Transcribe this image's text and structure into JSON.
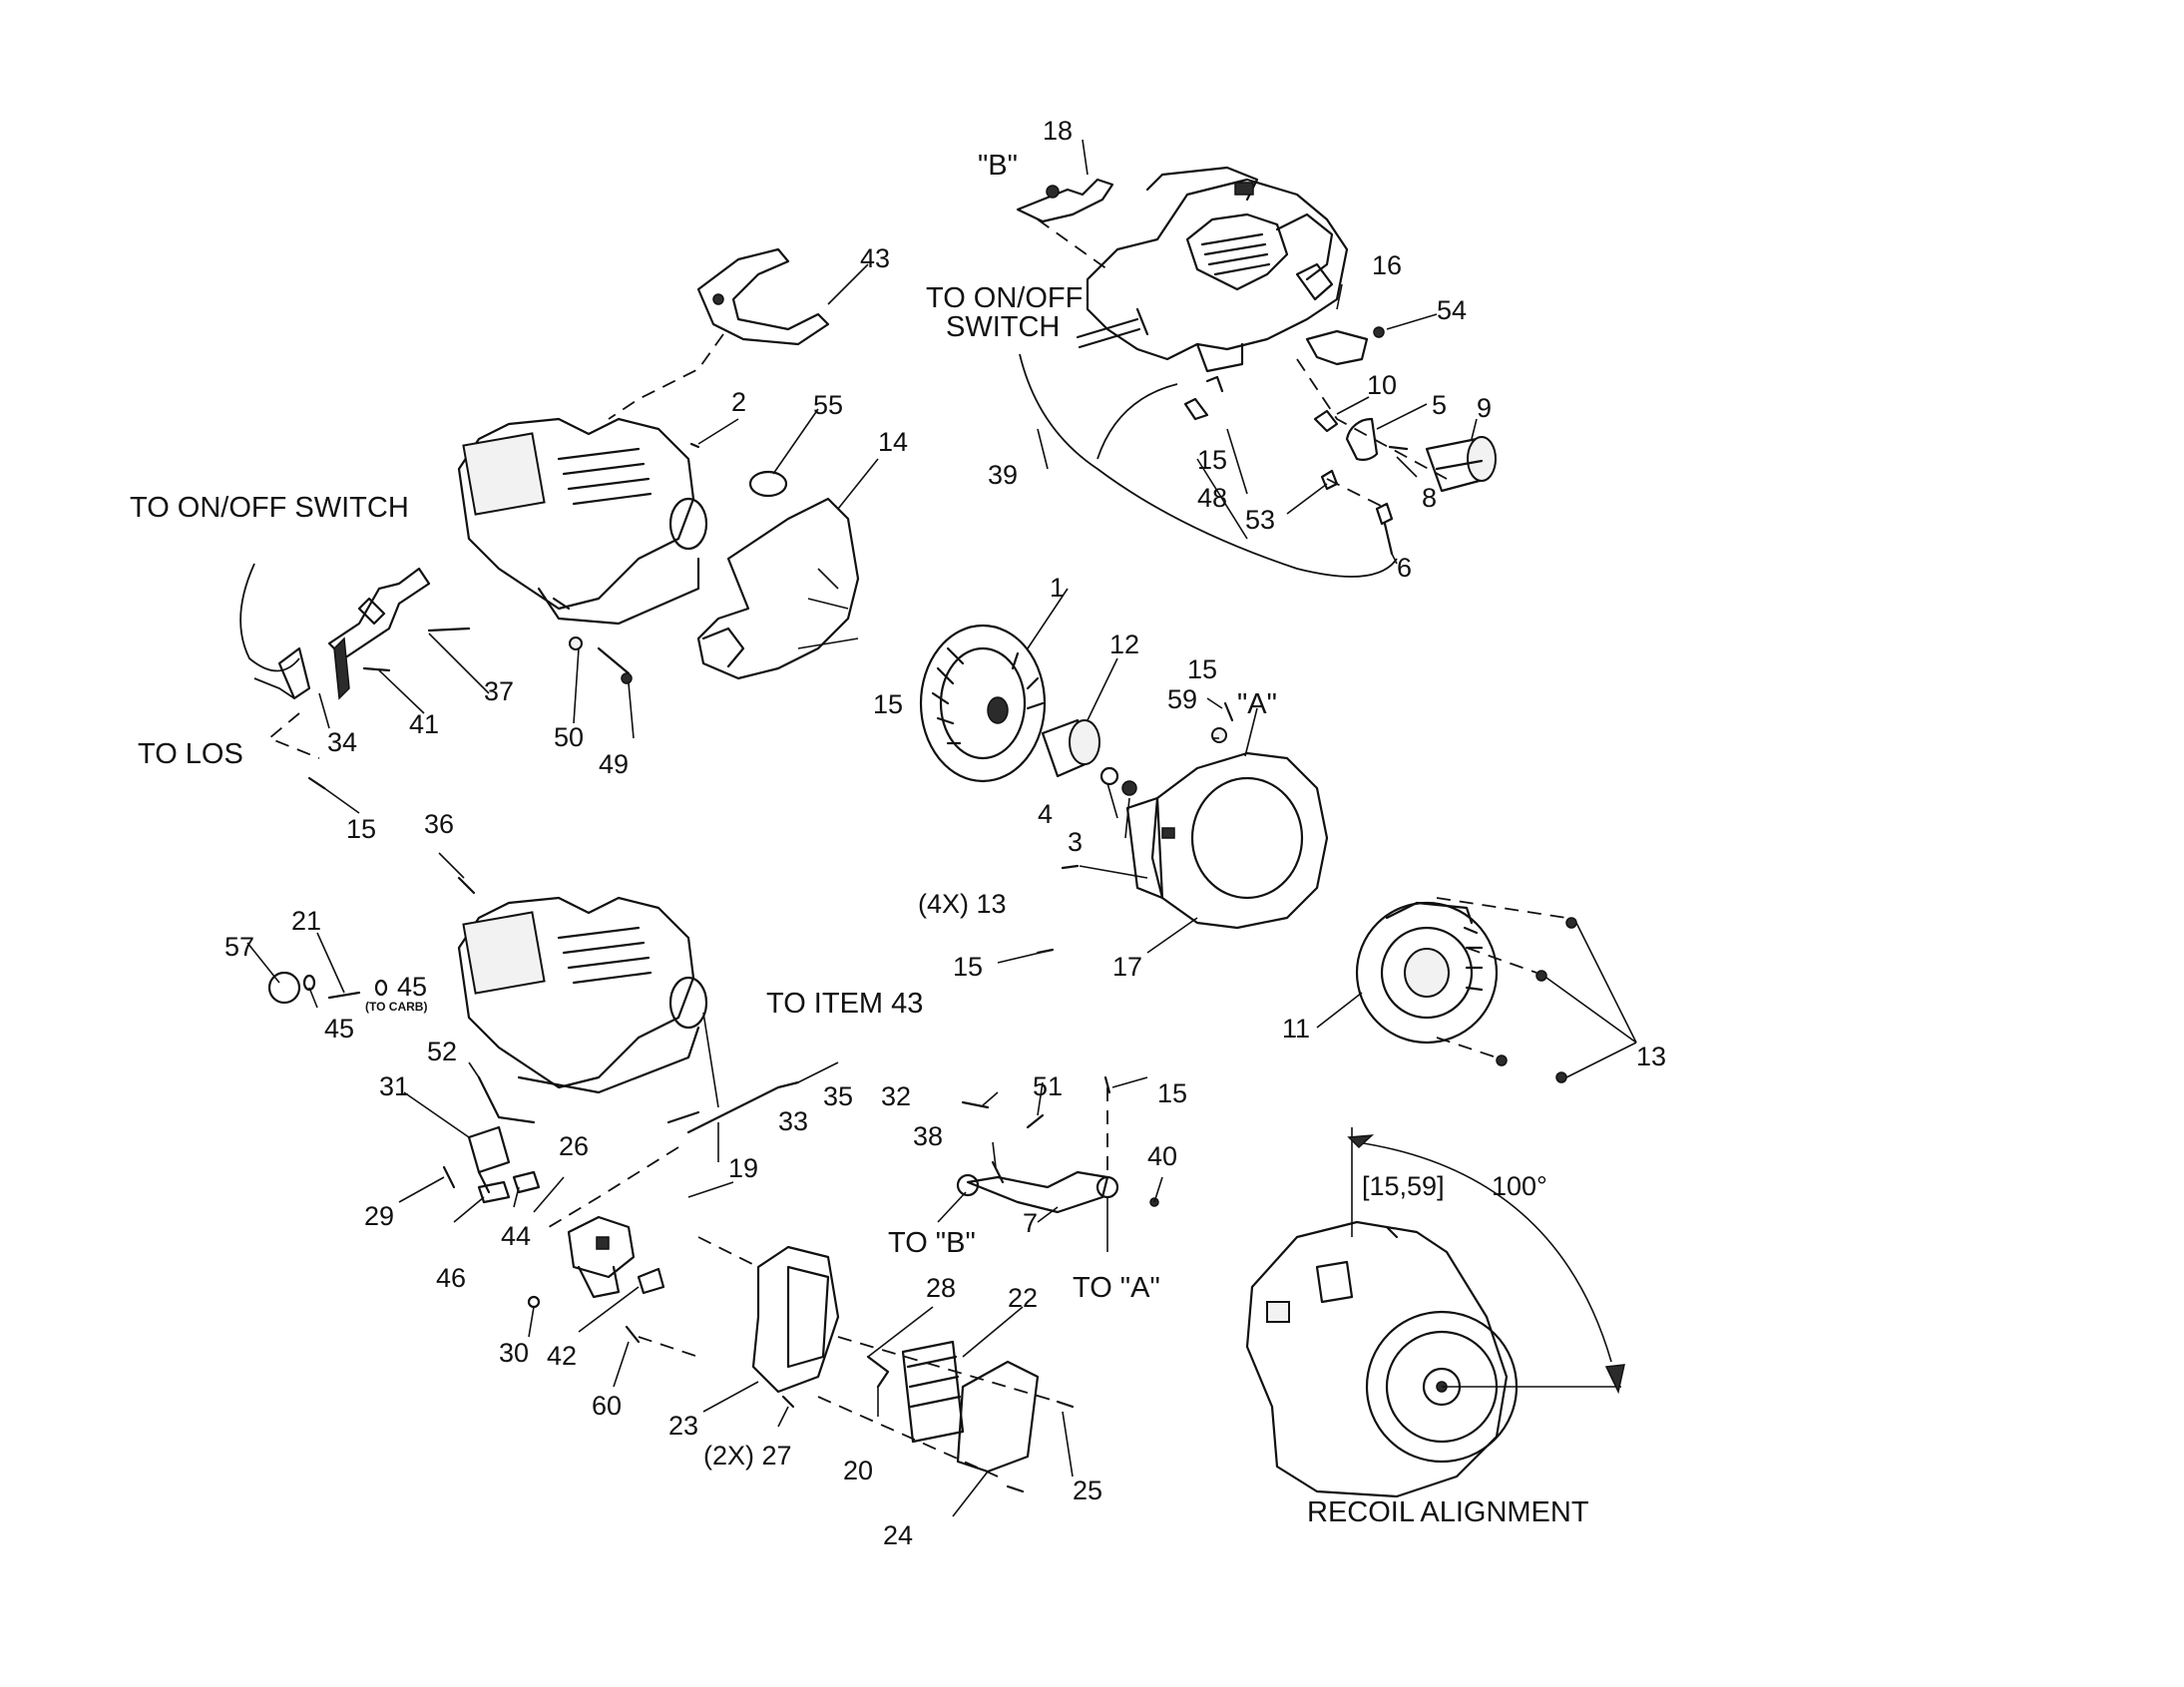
{
  "labels": {
    "to_onoff_switch_left": "TO ON/OFF SWITCH",
    "to_los": "TO LOS",
    "to_onoff_top_1": "TO ON/OFF",
    "to_onoff_top_2": "SWITCH",
    "to_item_43": "TO ITEM 43",
    "to_b": "TO \"B\"",
    "to_a": "TO \"A\"",
    "marker_b": "\"B\"",
    "marker_a": "\"A\"",
    "to_carb": "(TO CARB)",
    "recoil_alignment": "RECOIL ALIGNMENT",
    "angle": "100°",
    "ref_15_59": "[15,59]"
  },
  "callouts": {
    "c1": "1",
    "c2": "2",
    "c3": "3",
    "c4": "4",
    "c5": "5",
    "c6": "6",
    "c7": "7",
    "c8": "8",
    "c9": "9",
    "c10": "10",
    "c11": "11",
    "c12": "12",
    "c13_4x": "(4X) 13",
    "c13": "13",
    "c14": "14",
    "c15": "15",
    "c16": "16",
    "c17": "17",
    "c18": "18",
    "c19": "19",
    "c20": "20",
    "c21": "21",
    "c22": "22",
    "c23": "23",
    "c24": "24",
    "c25": "25",
    "c26": "26",
    "c27_2x": "(2X) 27",
    "c28": "28",
    "c29": "29",
    "c30": "30",
    "c31": "31",
    "c32": "32",
    "c33": "33",
    "c34": "34",
    "c35": "35",
    "c36": "36",
    "c37": "37",
    "c38": "38",
    "c39": "39",
    "c40": "40",
    "c41": "41",
    "c42": "42",
    "c43": "43",
    "c44": "44",
    "c45": "45",
    "c46": "46",
    "c48": "48",
    "c49": "49",
    "c50": "50",
    "c51": "51",
    "c52": "52",
    "c53": "53",
    "c54": "54",
    "c55": "55",
    "c57": "57",
    "c59": "59",
    "c60": "60"
  }
}
